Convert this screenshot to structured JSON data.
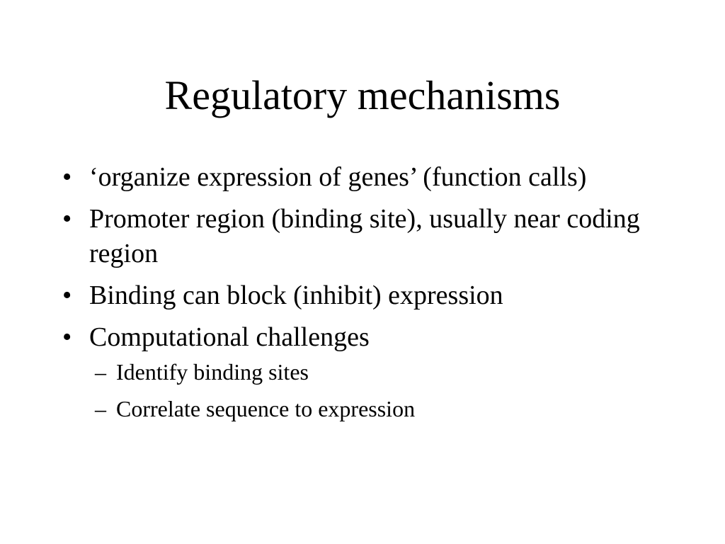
{
  "slide": {
    "title": "Regulatory mechanisms",
    "bullet_marker": "•",
    "sub_marker": "–",
    "bullets": [
      {
        "text": "‘organize expression of genes’ (function calls)"
      },
      {
        "text": "Promoter region (binding site), usually near coding region"
      },
      {
        "text": "Binding can block (inhibit) expression"
      },
      {
        "text": "Computational challenges",
        "subitems": [
          {
            "text": "Identify binding sites"
          },
          {
            "text": "Correlate sequence to expression"
          }
        ]
      }
    ]
  }
}
